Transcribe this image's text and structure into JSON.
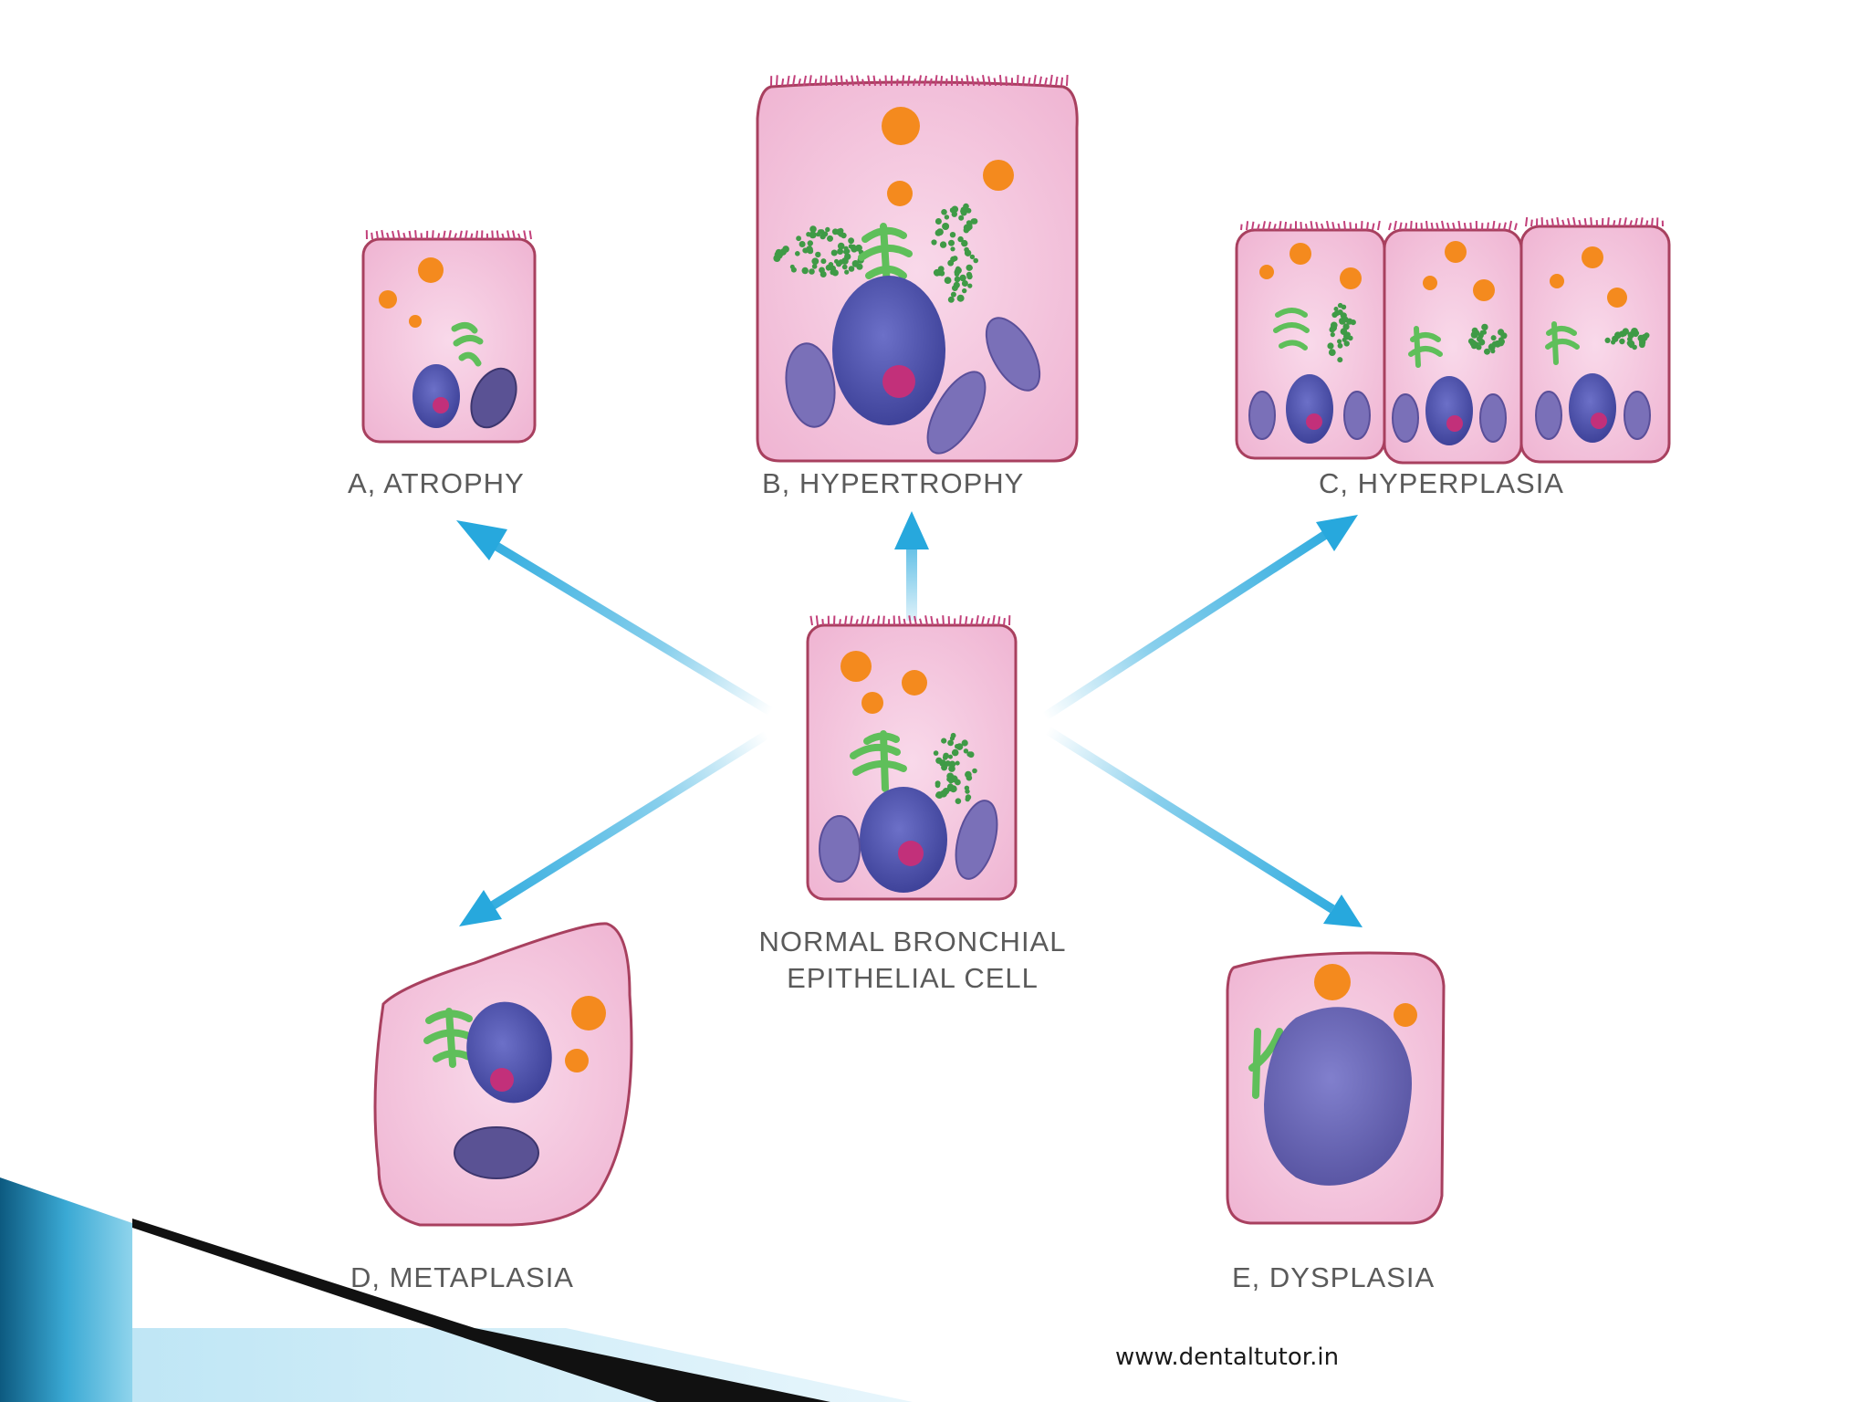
{
  "labels": {
    "atrophy": "A, ATROPHY",
    "hypertrophy": "B, HYPERTROPHY",
    "hyperplasia": "C, HYPERPLASIA",
    "metaplasia": "D, METAPLASIA",
    "dysplasia": "E, DYSPLASIA",
    "normal_line1": "NORMAL BRONCHIAL",
    "normal_line2": "EPITHELIAL CELL"
  },
  "footer": {
    "website": "www.dentaltutor.in"
  },
  "colors": {
    "cell_fill": "#f3c6de",
    "cell_stroke": "#a8405f",
    "nucleus": "#4a4ea8",
    "nucleolus": "#c2307a",
    "mitochondria": "#7a70b8",
    "secretory_granule": "#f48a1e",
    "golgi": "#5fbf5a",
    "ribosomes": "#3f9a46",
    "arrow": "#27a8dd",
    "corner_band_dark": "#0e5f86",
    "corner_band_light": "#4fb9dd"
  }
}
